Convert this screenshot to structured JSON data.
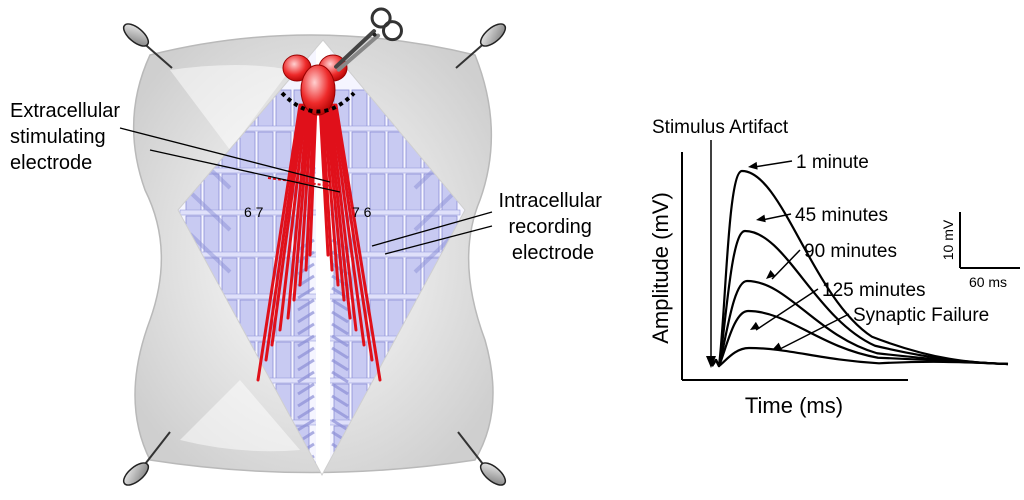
{
  "labels": {
    "stim_electrode": [
      "Extracellular",
      "stimulating",
      "electrode"
    ],
    "rec_electrode": [
      "Intracellular",
      "recording",
      "electrode"
    ],
    "muscle_left": "6 7",
    "muscle_right": "7 6"
  },
  "chart_data": {
    "type": "line",
    "xlabel": "Time (ms)",
    "ylabel": "Amplitude (mV)",
    "annotations": [
      "Stimulus Artifact"
    ],
    "scale_bar": {
      "y_label": "10 mV",
      "x_label": "60 ms"
    },
    "series": [
      {
        "name": "1 minute",
        "peak_mV": 19.5
      },
      {
        "name": "45 minutes",
        "peak_mV": 13.5
      },
      {
        "name": "90 minutes",
        "peak_mV": 8.5
      },
      {
        "name": "125 minutes",
        "peak_mV": 5.5
      },
      {
        "name": "Synaptic Failure",
        "peak_mV": 1.8
      }
    ]
  },
  "colors": {
    "nerve": "#e0101a",
    "muscle": "#c8caf2",
    "muscle_edge": "#8c8fd6",
    "pelt": "#e6e6e6"
  }
}
